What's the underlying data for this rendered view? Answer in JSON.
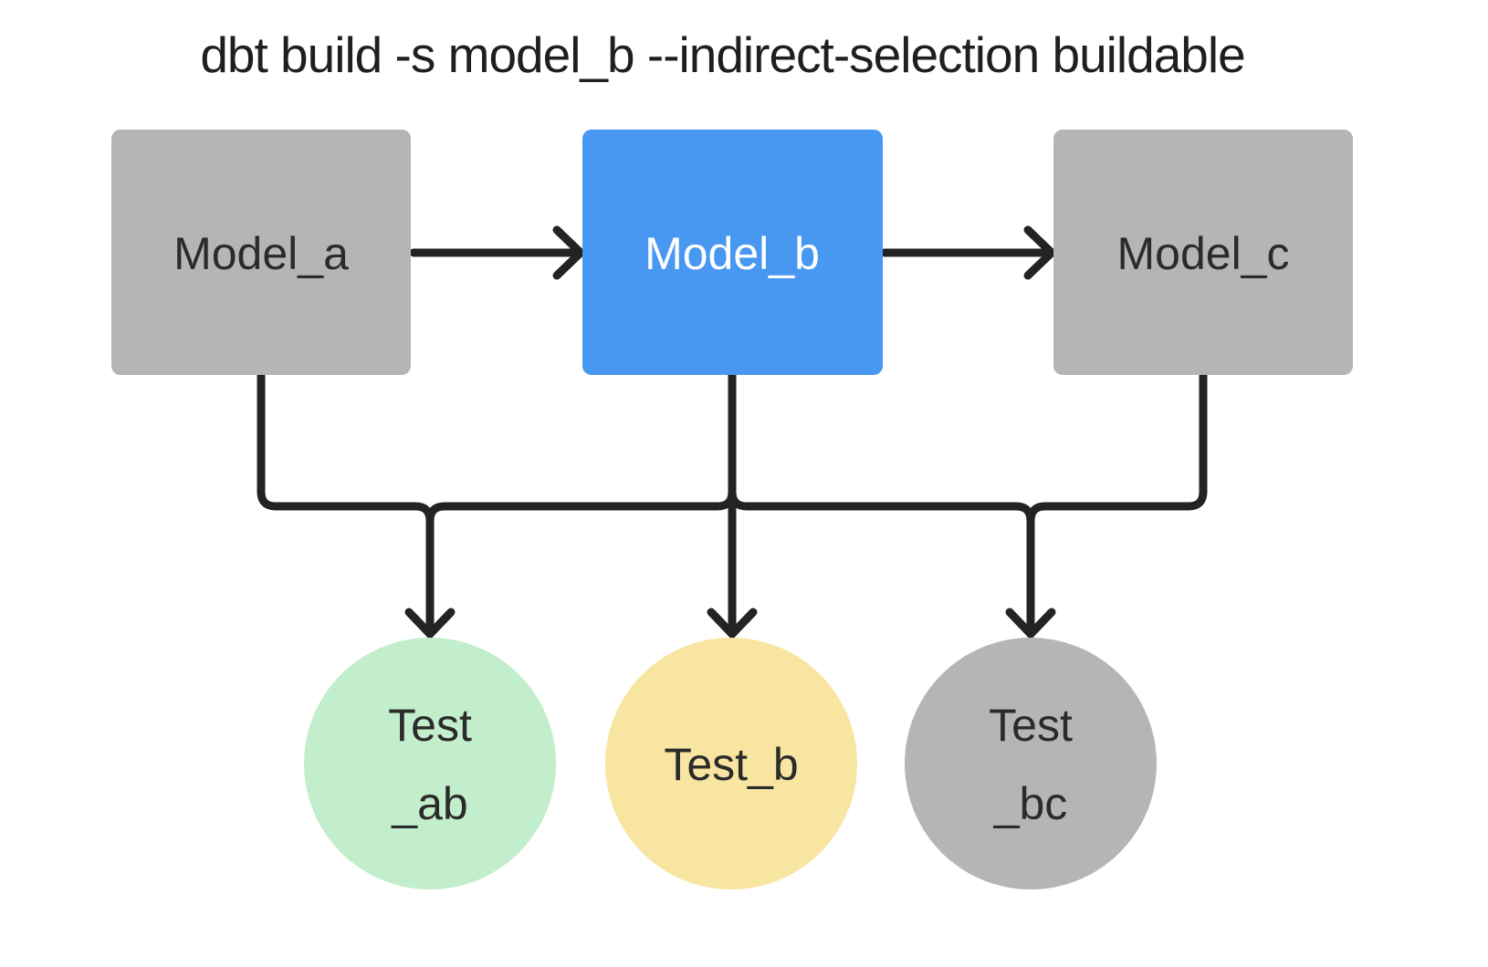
{
  "title": "dbt build -s model_b --indirect-selection buildable",
  "colors": {
    "edge": "#232323",
    "title_text": "#1f1f23",
    "background": "#ffffff",
    "selected_blue": "#4897f0",
    "unselected_gray": "#b5b5b5",
    "test_green": "#c2eecb",
    "test_yellow": "#f8e5a1"
  },
  "graph": {
    "models": [
      {
        "id": "model_a",
        "label": "Model_a",
        "selected": false,
        "fill": "#b5b5b5",
        "text_color": "#2b2b2b"
      },
      {
        "id": "model_b",
        "label": "Model_b",
        "selected": true,
        "fill": "#4897f0",
        "text_color": "#ffffff"
      },
      {
        "id": "model_c",
        "label": "Model_c",
        "selected": false,
        "fill": "#b5b5b5",
        "text_color": "#2b2b2b"
      }
    ],
    "tests": [
      {
        "id": "test_ab",
        "lines": [
          "Test",
          "_ab"
        ],
        "fill": "#c2eecb",
        "text_color": "#2b2b2b"
      },
      {
        "id": "test_b",
        "lines": [
          "Test_b"
        ],
        "fill": "#f8e5a1",
        "text_color": "#2b2b2b"
      },
      {
        "id": "test_bc",
        "lines": [
          "Test",
          "_bc"
        ],
        "fill": "#b5b5b5",
        "text_color": "#2b2b2b"
      }
    ],
    "edges": [
      {
        "from": "model_a",
        "to": "model_b"
      },
      {
        "from": "model_b",
        "to": "model_c"
      },
      {
        "from": "model_a",
        "to": "test_ab"
      },
      {
        "from": "model_b",
        "to": "test_ab"
      },
      {
        "from": "model_b",
        "to": "test_b"
      },
      {
        "from": "model_b",
        "to": "test_bc"
      },
      {
        "from": "model_c",
        "to": "test_bc"
      }
    ]
  }
}
